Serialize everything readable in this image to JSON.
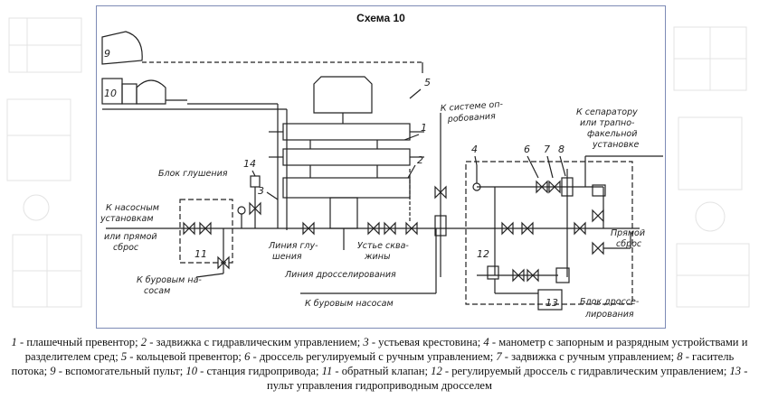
{
  "scheme": {
    "title": "Схема 10",
    "callouts": [
      "1",
      "2",
      "3",
      "4",
      "5",
      "6",
      "7",
      "8",
      "9",
      "10",
      "11",
      "12",
      "13",
      "14"
    ],
    "labels": {
      "pumps_line": [
        "К насосным",
        "установкам",
        "или прямой",
        "сброс"
      ],
      "kill_block": "Блок глушения",
      "drill_pumps_left": [
        "К буровым на-",
        "сосам"
      ],
      "kill_line": [
        "Линия глу-",
        "шения"
      ],
      "wellhead": [
        "Устье сква-",
        "жины"
      ],
      "choke_line": "Линия дросселирования",
      "drill_pumps_bottom": "К буровым насосам",
      "degassing": [
        "К системе оп-",
        "робования"
      ],
      "separator": [
        "К сепаратору",
        "или трапно-",
        "факельной",
        "установке"
      ],
      "direct_discharge": [
        "Прямой",
        "сброс"
      ],
      "choke_block": [
        "Блок дроссе-",
        "лирования"
      ]
    }
  },
  "legend": [
    {
      "num": "1",
      "text": " - плашечный превентор; "
    },
    {
      "num": "2",
      "text": " - задвижка с гидравлическим управлением; "
    },
    {
      "num": "3",
      "text": " - устьевая крестовина; "
    },
    {
      "num": "4",
      "text": " - манометр с запорным и разрядным устройствами и разделителем сред; "
    },
    {
      "num": "5",
      "text": " - кольцевой превентор; "
    },
    {
      "num": "6",
      "text": " - дроссель регулируемый с ручным управлением; "
    },
    {
      "num": "7",
      "text": " - задвижка с ручным управлением; "
    },
    {
      "num": "8",
      "text": " - гаситель потока; "
    },
    {
      "num": "9",
      "text": " - вспомогательный пульт; "
    },
    {
      "num": "10",
      "text": " - станция гидропривода; "
    },
    {
      "num": "11",
      "text": " - обратный клапан; "
    },
    {
      "num": "12",
      "text": " - регулируемый дроссель с гидравлическим управлением; "
    },
    {
      "num": "13",
      "text": " - пульт управления гидроприводным дросселем"
    }
  ]
}
